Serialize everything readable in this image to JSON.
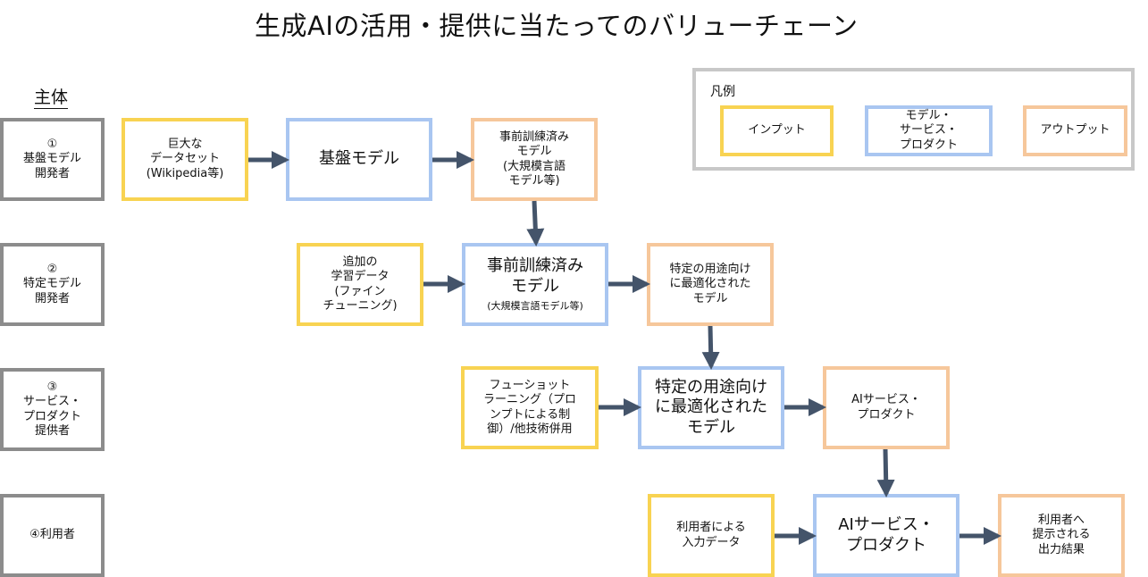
{
  "title": "生成AIの活用・提供に当たってのバリューチェーン",
  "subject_heading": "主体",
  "legend": {
    "title": "凡例",
    "input": [
      "インプット"
    ],
    "model": [
      "モデル・",
      "サービス・",
      "プロダクト"
    ],
    "output": [
      "アウトプット"
    ]
  },
  "actors": [
    [
      "①",
      "基盤モデル",
      "開発者"
    ],
    [
      "②",
      "特定モデル",
      "開発者"
    ],
    [
      "③",
      "サービス・",
      "プロダクト",
      "提供者"
    ],
    [
      "④利用者"
    ]
  ],
  "row1": {
    "input": [
      "巨大な",
      "データセット",
      "(Wikipedia等)"
    ],
    "model": [
      "基盤モデル"
    ],
    "output": [
      "事前訓練済み",
      "モデル",
      "(大規模言語",
      "モデル等)"
    ]
  },
  "row2": {
    "input": [
      "追加の",
      "学習データ",
      "(ファイン",
      "チューニング)"
    ],
    "model": [
      "事前訓練済み",
      "モデル"
    ],
    "model_note": "(大規模言語モデル等)",
    "output": [
      "特定の用途向け",
      "に最適化された",
      "モデル"
    ]
  },
  "row3": {
    "input": [
      "フューショット",
      "ラーニング（プロ",
      "ンプトによる制",
      "御）/他技術併用"
    ],
    "model": [
      "特定の用途向け",
      "に最適化された",
      "モデル"
    ],
    "output": [
      "AIサービス・",
      "プロダクト"
    ]
  },
  "row4": {
    "input": [
      "利用者による",
      "入力データ"
    ],
    "model": [
      "AIサービス・",
      "プロダクト"
    ],
    "output": [
      "利用者へ",
      "提示される",
      "出力結果"
    ]
  },
  "colors": {
    "input_border": "#f8d352",
    "model_border": "#a9c6f1",
    "output_border": "#f6c79b",
    "actor_border": "#8c8c8c",
    "legend_border": "#c8c8c8",
    "arrow": "#44546a"
  }
}
